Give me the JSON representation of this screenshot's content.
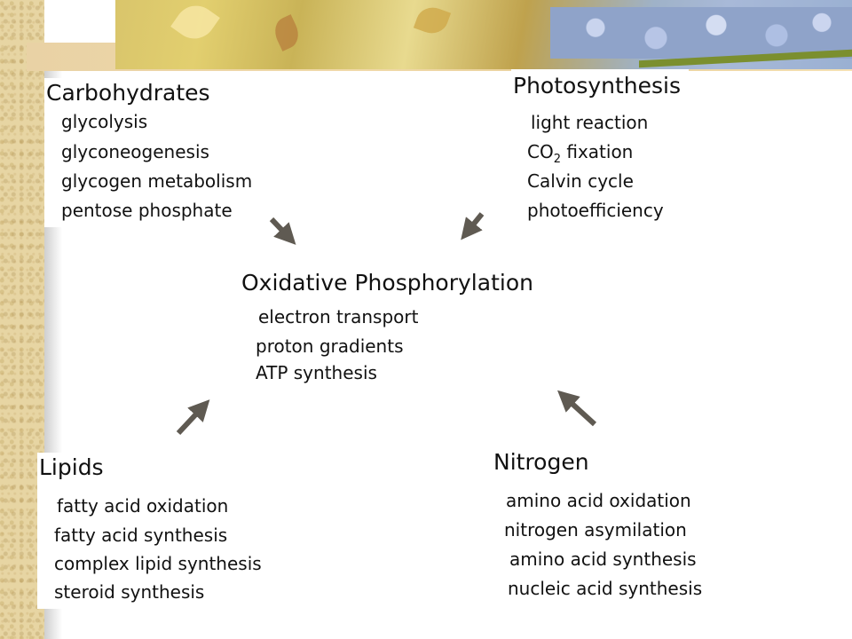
{
  "center": {
    "title": "Oxidative Phosphorylation",
    "items": [
      "electron transport",
      "proton gradients",
      "ATP synthesis"
    ]
  },
  "carbohydrates": {
    "title": "Carbohydrates",
    "items": [
      "glycolysis",
      "glyconeogenesis",
      "glycogen metabolism",
      "pentose phosphate"
    ]
  },
  "photosynthesis": {
    "title": "Photosynthesis",
    "items": {
      "light_reaction": "light reaction",
      "co2_prefix": "CO",
      "co2_sub": "2",
      "co2_suffix": " fixation",
      "calvin": "Calvin cycle",
      "photoefficiency": "photoefficiency"
    }
  },
  "lipids": {
    "title": "Lipids",
    "items": [
      "fatty acid oxidation",
      "fatty acid synthesis",
      "complex lipid synthesis",
      "steroid synthesis"
    ]
  },
  "nitrogen": {
    "title": "Nitrogen",
    "items": [
      "amino acid oxidation",
      "nitrogen asymilation",
      "amino acid synthesis",
      "nucleic acid synthesis"
    ]
  },
  "colors": {
    "arrow": "#5f5a52",
    "text": "#111111",
    "accent_left": "#e7d5a3"
  }
}
